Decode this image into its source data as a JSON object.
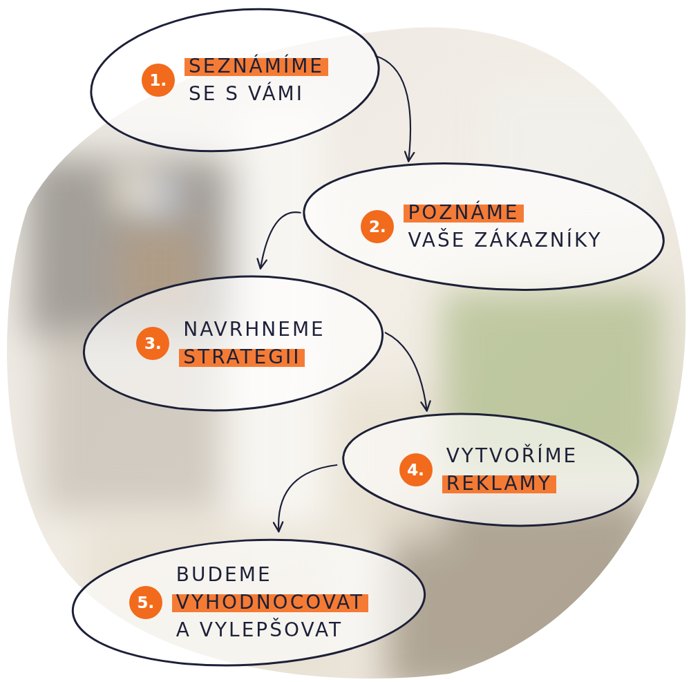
{
  "diagram": {
    "nodes": [
      {
        "text": [
          "1.",
          "SEZNÁMÍME",
          "SE S VÁMI"
        ]
      },
      {
        "text": [
          "2.",
          "POZNÁME",
          "VAŠE ZÁKAZNÍKY"
        ]
      },
      {
        "text": [
          "3.",
          "NAVRHNEME",
          "STRATEGII"
        ]
      },
      {
        "text": [
          "4.",
          "VYTVOŘÍME",
          "REKLAMY"
        ]
      },
      {
        "text": [
          "5.",
          "BUDEME",
          "VYHODNOCOVAT",
          "A VYLEPŠOVAT"
        ]
      }
    ],
    "edges": [
      {
        "from": 0,
        "to": 1,
        "arrow": "to"
      },
      {
        "from": 1,
        "to": 2,
        "arrow": "to"
      },
      {
        "from": 2,
        "to": 3,
        "arrow": "to"
      },
      {
        "from": 3,
        "to": 4,
        "arrow": "to"
      }
    ]
  }
}
